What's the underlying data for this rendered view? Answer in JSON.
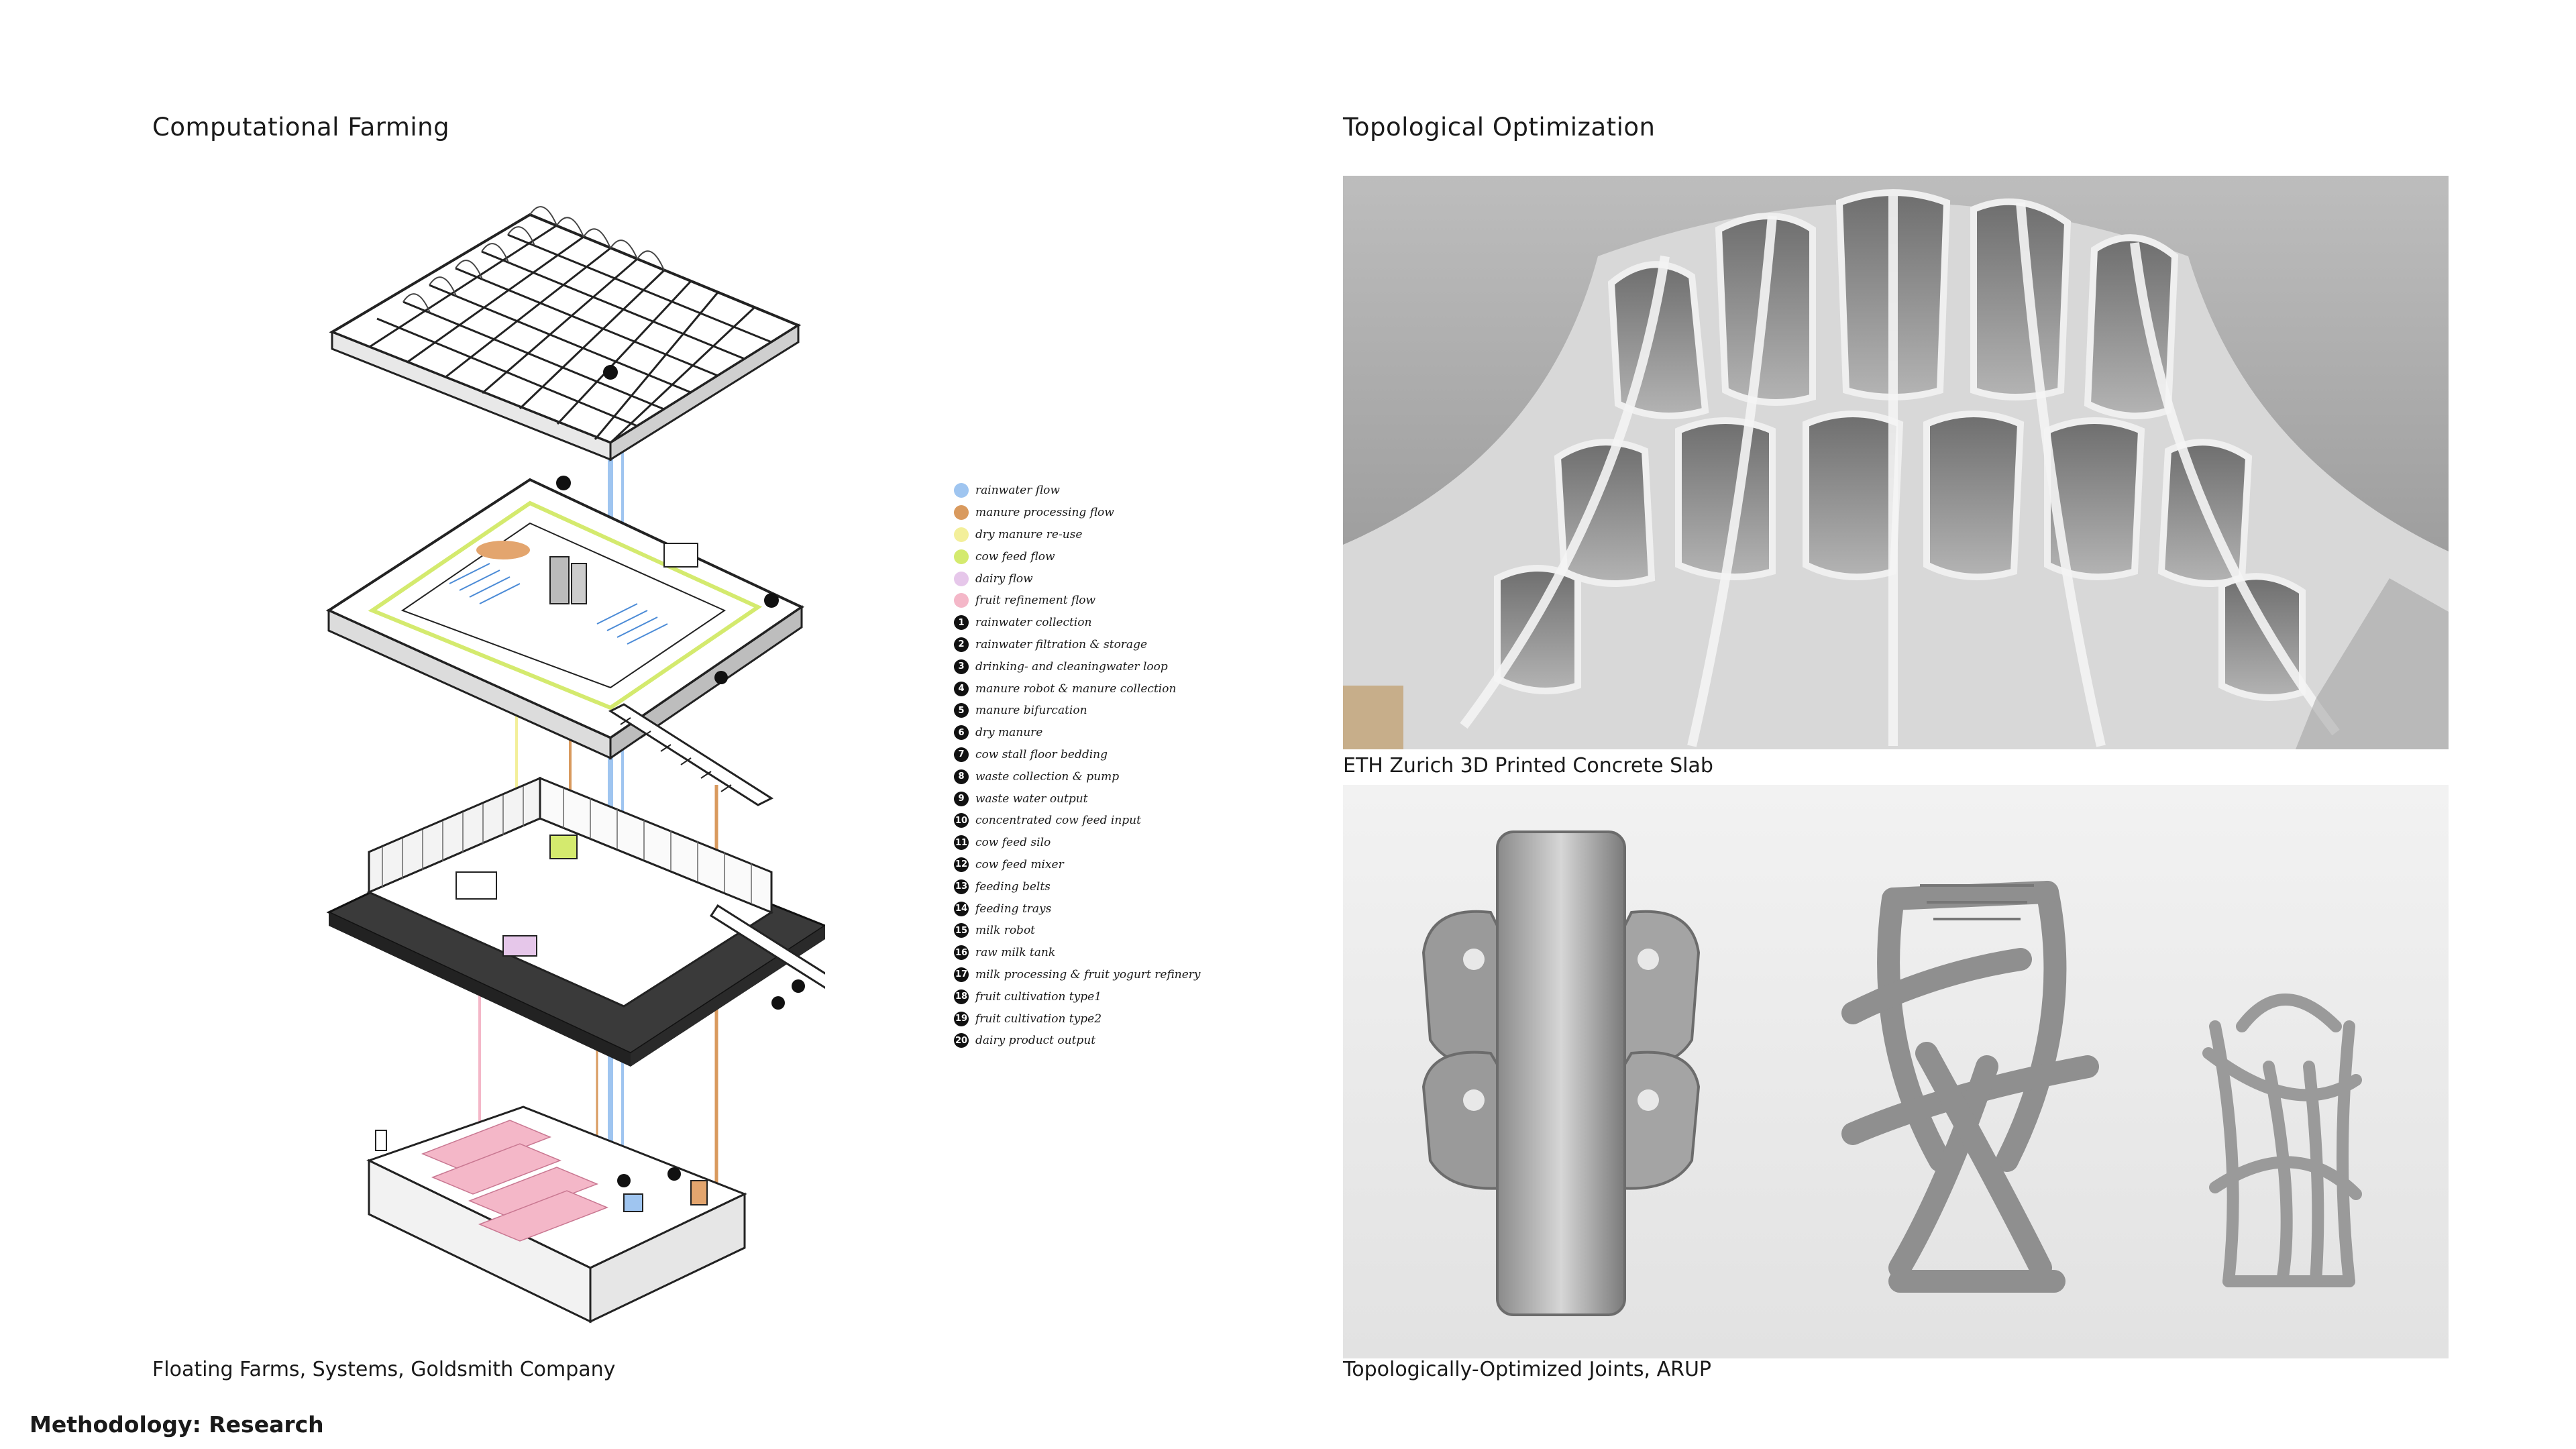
{
  "left": {
    "heading": "Computational Farming",
    "caption": "Floating Farms, Systems, Goldsmith Company"
  },
  "right": {
    "heading": "Topological Optimization",
    "top_caption": "ETH Zurich 3D Printed Concrete Slab",
    "bottom_caption": "Topologically-Optimized Joints, ARUP"
  },
  "footer": {
    "title": "Methodology: Research"
  },
  "legend": {
    "flows": [
      {
        "label": "rainwater flow",
        "color": "#9fc5f0"
      },
      {
        "label": "manure processing flow",
        "color": "#d99a5e"
      },
      {
        "label": "dry manure re-use",
        "color": "#f3ef9a"
      },
      {
        "label": "cow feed flow",
        "color": "#d4ea6e"
      },
      {
        "label": "dairy flow",
        "color": "#e6c7ea"
      },
      {
        "label": "fruit refinement flow",
        "color": "#f4b7c8"
      }
    ],
    "items": [
      {
        "num": "1",
        "label": "rainwater collection"
      },
      {
        "num": "2",
        "label": "rainwater filtration & storage"
      },
      {
        "num": "3",
        "label": "drinking- and cleaningwater loop"
      },
      {
        "num": "4",
        "label": "manure robot & manure collection"
      },
      {
        "num": "5",
        "label": "manure bifurcation"
      },
      {
        "num": "6",
        "label": "dry manure"
      },
      {
        "num": "7",
        "label": "cow stall floor bedding"
      },
      {
        "num": "8",
        "label": "waste collection & pump"
      },
      {
        "num": "9",
        "label": "waste water output"
      },
      {
        "num": "10",
        "label": "concentrated cow feed input"
      },
      {
        "num": "11",
        "label": "cow feed silo"
      },
      {
        "num": "12",
        "label": "cow feed mixer"
      },
      {
        "num": "13",
        "label": "feeding belts"
      },
      {
        "num": "14",
        "label": "feeding trays"
      },
      {
        "num": "15",
        "label": "milk robot"
      },
      {
        "num": "16",
        "label": "raw milk tank"
      },
      {
        "num": "17",
        "label": "milk processing & fruit yogurt refinery"
      },
      {
        "num": "18",
        "label": "fruit cultivation type1"
      },
      {
        "num": "19",
        "label": "fruit cultivation type2"
      },
      {
        "num": "20",
        "label": "dairy product output"
      }
    ]
  }
}
